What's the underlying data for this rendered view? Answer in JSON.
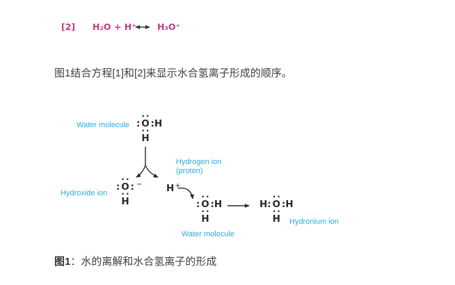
{
  "equation": {
    "number": "[2]",
    "lhs": "H₂O + H⁺",
    "rhs": "H₃O⁺",
    "arrow_icon": "double-headed-arrow"
  },
  "intro_text": "图1结合方程[1]和[2]来显示水合氢离子形成的顺序。",
  "caption": {
    "prefix": "图1",
    "rest": "：水的离解和水合氢离子的形成"
  },
  "labels": {
    "water_top": "Water molecule",
    "hydrogen_ion_line1": "Hydrogen ion",
    "hydrogen_ion_line2": "(proton)",
    "hydroxide": "Hydroxide ion",
    "water_bottom": "Water molecule",
    "hydronium": "Hydronium ion"
  },
  "lewis": {
    "water_top": {
      "above": "··",
      "left": ":",
      "atom": "O",
      "right": ":H",
      "below": "··",
      "bottom": "H",
      "charge": ""
    },
    "hydroxide": {
      "above": "··",
      "left": ":",
      "atom": "O",
      "right": ":",
      "below": "··",
      "bottom": "H",
      "charge": "−"
    },
    "hydrogen": {
      "atom": "H",
      "charge": "+"
    },
    "water_bottom": {
      "above": "··",
      "left": ":",
      "atom": "O",
      "right": ":H",
      "below": "··",
      "bottom": "H",
      "charge": ""
    },
    "hydronium": {
      "above": "··",
      "left": "H:",
      "atom": "O",
      "right": ":H",
      "below": "··",
      "bottom": "H",
      "charge": ""
    }
  },
  "colors": {
    "label_cyan": "#29abe2",
    "equation_magenta": "#c03a8c",
    "charge_blue": "#4a52c5",
    "ink": "#2b2728"
  }
}
